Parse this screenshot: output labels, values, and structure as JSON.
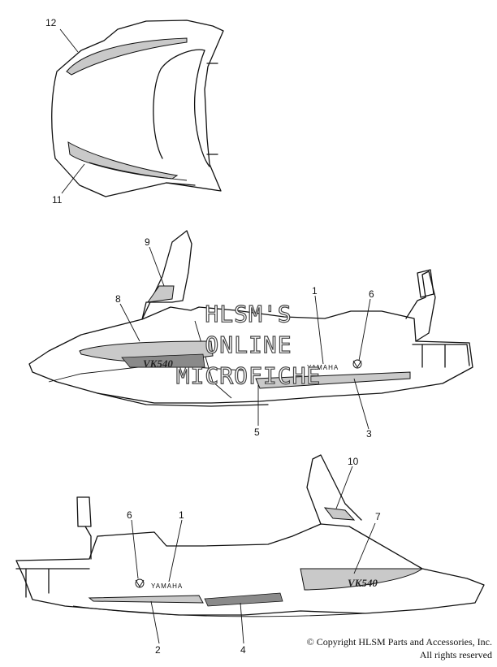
{
  "callouts": {
    "c1a": "1",
    "c1b": "1",
    "c2": "2",
    "c3": "3",
    "c4": "4",
    "c5": "5",
    "c6a": "6",
    "c6b": "6",
    "c7": "7",
    "c8": "8",
    "c9": "9",
    "c10": "10",
    "c11": "11",
    "c12": "12"
  },
  "decal_text": {
    "brand": "YAMAHA",
    "model": "VK540"
  },
  "watermark": {
    "line1": "HLSM'S",
    "line2": "ONLINE",
    "line3": "MICROFICHE"
  },
  "copyright": {
    "line1": "© Copyright HLSM Parts and Accessories, Inc.",
    "line2": "All rights reserved"
  },
  "colors": {
    "line": "#111111",
    "decal_fill": "#c9c9c9",
    "background": "#ffffff"
  }
}
